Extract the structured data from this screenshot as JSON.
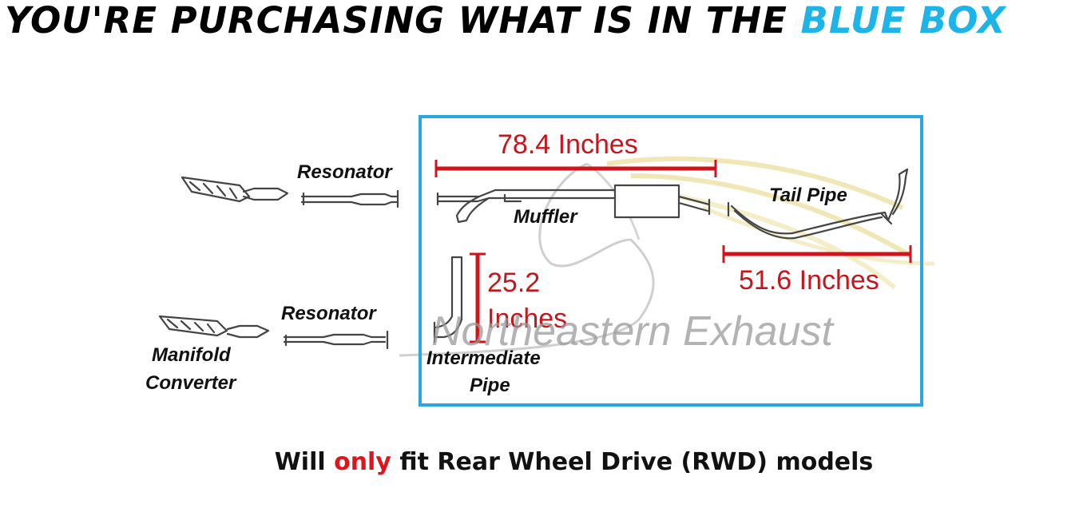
{
  "headline": {
    "prefix": "YOU'RE PURCHASING WHAT IS IN THE ",
    "highlight": "BLUE BOX"
  },
  "diagram": {
    "labels": {
      "resonator_top": "Resonator",
      "resonator_bottom": "Resonator",
      "manifold": "Manifold",
      "converter": "Converter",
      "muffler": "Muffler",
      "tail_pipe": "Tail Pipe",
      "intermediate": "Intermediate",
      "pipe": "Pipe"
    },
    "dimensions": {
      "top": "78.4 Inches",
      "right": "51.6 Inches",
      "vertical_value": "25.2",
      "vertical_unit": "Inches"
    },
    "watermark": "Northeastern Exhaust",
    "colors": {
      "blue_box": "#29a8e0",
      "dimension_red": "#d0141c",
      "headline_highlight": "#1db4ea"
    }
  },
  "footer": {
    "before": "Will ",
    "emphasis": "only",
    "after": " fit Rear Wheel Drive (RWD) models"
  }
}
